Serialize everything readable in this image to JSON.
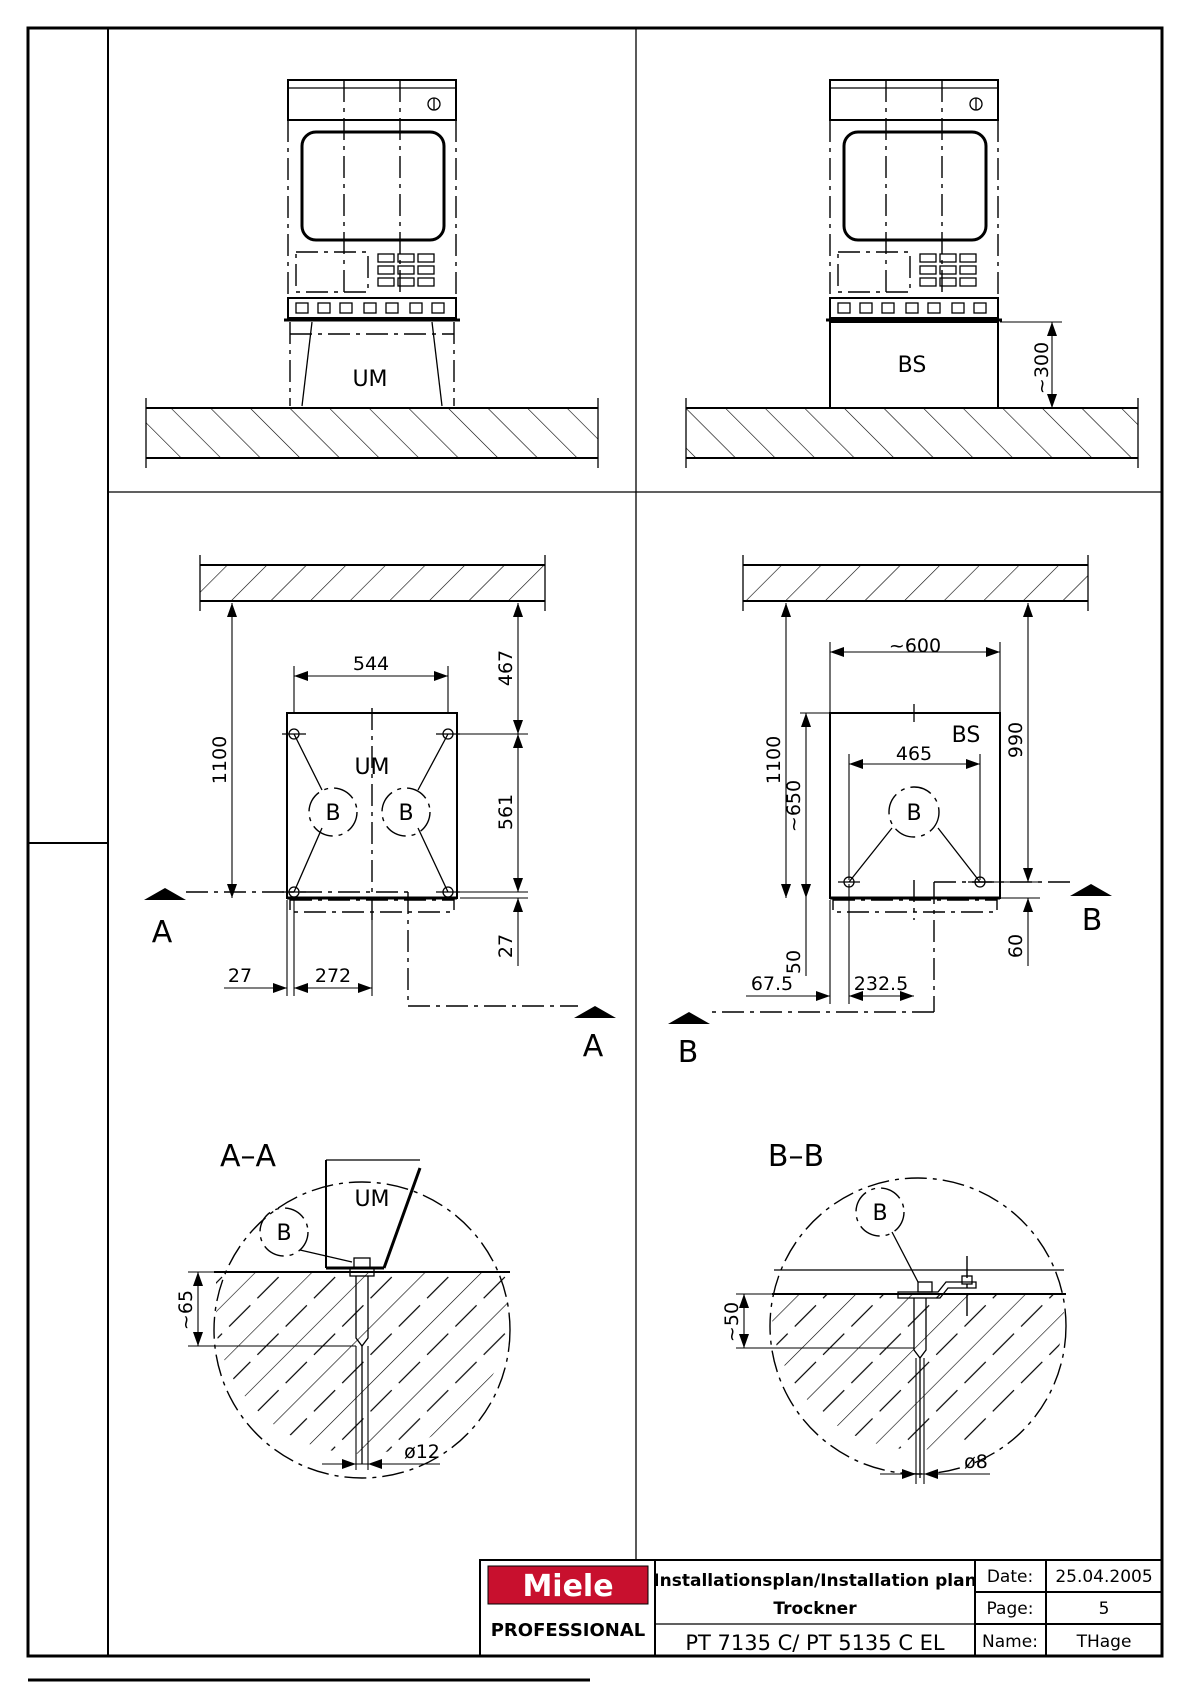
{
  "drawing": {
    "views": {
      "floor_plinth_side": {
        "label": "UM"
      },
      "base_side": {
        "label": "BS",
        "height_dim": "~300"
      },
      "plan_um": {
        "label": "UM",
        "anchor_label": "B",
        "section_marker": "A",
        "dims": {
          "width": "544",
          "wall_depth": "1100",
          "wall_gap": "467",
          "anchor_spacing": "561",
          "bottom_offset": "27",
          "side_offset": "27",
          "centre_offset": "272"
        }
      },
      "plan_bs": {
        "label": "BS",
        "anchor_label": "B",
        "section_marker": "B",
        "dims": {
          "width": "~600",
          "anchor_spacing": "465",
          "wall_depth": "1100",
          "depth": "~650",
          "total": "990",
          "bottom_left": "50",
          "bottom_right": "60",
          "side_offset": "67.5",
          "centre_offset": "232.5"
        }
      },
      "section_aa": {
        "title": "A–A",
        "label": "UM",
        "anchor_label": "B",
        "depth": "~65",
        "diameter": "ø12"
      },
      "section_bb": {
        "title": "B–B",
        "anchor_label": "B",
        "depth": "~50",
        "diameter": "ø8"
      }
    }
  },
  "title_block": {
    "brand": "Miele",
    "brand_sub": "PROFESSIONAL",
    "title": "Installationsplan/Installation plan",
    "subtitle": "Trockner",
    "model": "PT 7135 C/ PT 5135 C EL",
    "date_label": "Date:",
    "date_value": "25.04.2005",
    "page_label": "Page:",
    "page_value": "5",
    "name_label": "Name:",
    "name_value": "THage"
  },
  "colors": {
    "brand_red": "#c8102e",
    "line": "#000000"
  }
}
